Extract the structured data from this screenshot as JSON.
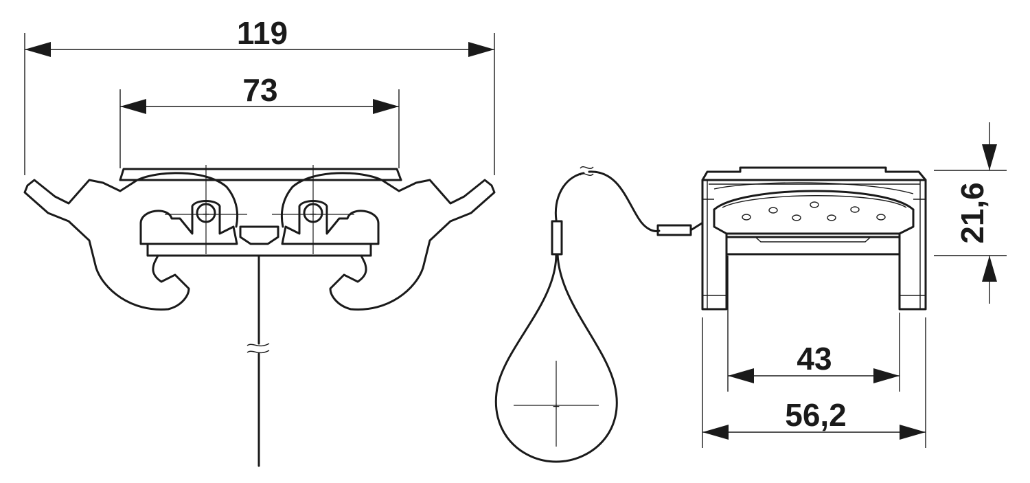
{
  "dimensions": {
    "overall_width": "119",
    "clamp_spacing": "73",
    "cap_height": "21,6",
    "inner_width": "43",
    "outer_width": "56,2"
  },
  "colors": {
    "line": "#1a1a1a",
    "background": "#ffffff"
  }
}
